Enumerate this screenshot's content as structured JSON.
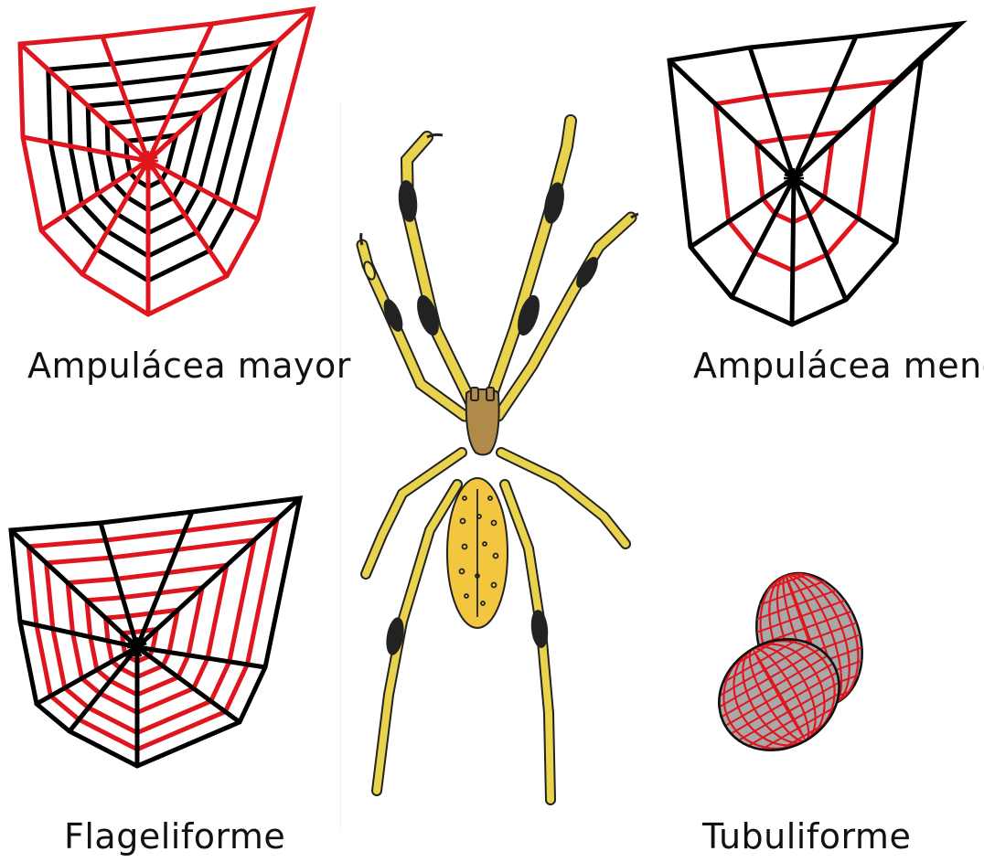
{
  "labels": {
    "ampulacea_mayor": "Ampulácea mayor",
    "ampulacea_menor": "Ampulácea menor",
    "flageliforme": "Flageliforme",
    "tubuliforme": "Tubuliforme"
  },
  "colors": {
    "highlight": "#e0161f",
    "line": "#000000",
    "spider_yellow": "#e9d24c",
    "spider_abdomen": "#f3c640",
    "spider_head": "#b08a48",
    "egg_sac": "#a8a8a8"
  },
  "icons": [
    "spider-web-icon",
    "spider-icon",
    "egg-sac-icon"
  ]
}
